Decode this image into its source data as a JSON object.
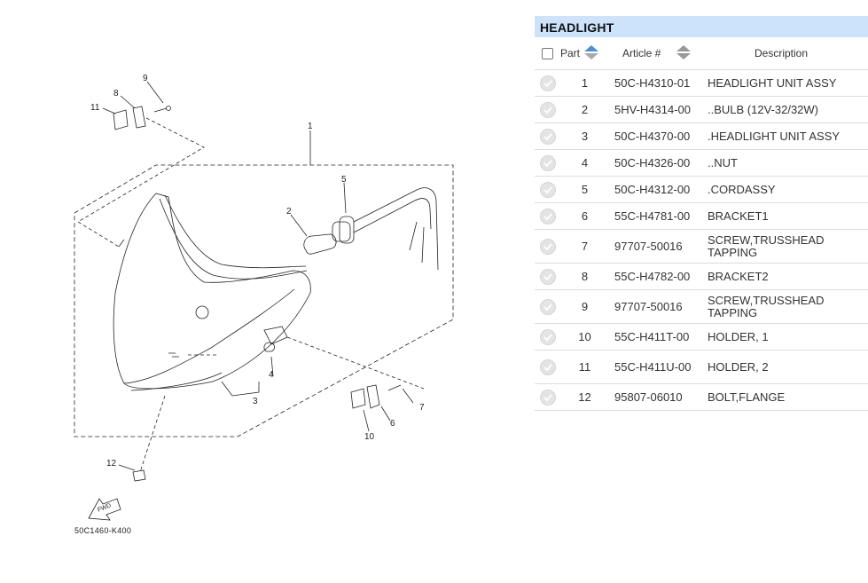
{
  "diagram": {
    "drawing_code": "50C1460-K400",
    "fwd_label": "FWD",
    "callouts": [
      "1",
      "2",
      "3",
      "4",
      "5",
      "6",
      "7",
      "8",
      "9",
      "10",
      "11",
      "12"
    ]
  },
  "table": {
    "title": "HEADLIGHT",
    "headers": {
      "part": "Part",
      "article": "Article #",
      "description": "Description"
    },
    "rows": [
      {
        "part": "1",
        "article": "50C-H4310-01",
        "description": "HEADLIGHT UNIT ASSY"
      },
      {
        "part": "2",
        "article": "5HV-H4314-00",
        "description": "..BULB (12V-32/32W)"
      },
      {
        "part": "3",
        "article": "50C-H4370-00",
        "description": ".HEADLIGHT UNIT ASSY"
      },
      {
        "part": "4",
        "article": "50C-H4326-00",
        "description": "..NUT"
      },
      {
        "part": "5",
        "article": "50C-H4312-00",
        "description": ".CORDASSY"
      },
      {
        "part": "6",
        "article": "55C-H4781-00",
        "description": "BRACKET1"
      },
      {
        "part": "7",
        "article": "97707-50016",
        "description": "SCREW,TRUSSHEAD TAPPING"
      },
      {
        "part": "8",
        "article": "55C-H4782-00",
        "description": "BRACKET2"
      },
      {
        "part": "9",
        "article": "97707-50016",
        "description": "SCREW,TRUSSHEAD TAPPING"
      },
      {
        "part": "10",
        "article": "55C-H411T-00",
        "description": "HOLDER, 1"
      },
      {
        "part": "11",
        "article": "55C-H411U-00",
        "description": "HOLDER, 2"
      },
      {
        "part": "12",
        "article": "95807-06010",
        "description": "BOLT,FLANGE"
      }
    ]
  },
  "colors": {
    "title_bg": "#cde3fb",
    "sort_icon": "#4a90d9",
    "row_border": "#dddddd"
  },
  "icons": {
    "sort_part": "sort-arrows-active-icon",
    "sort_article": "sort-arrows-icon",
    "row_check": "check-circle-icon"
  }
}
